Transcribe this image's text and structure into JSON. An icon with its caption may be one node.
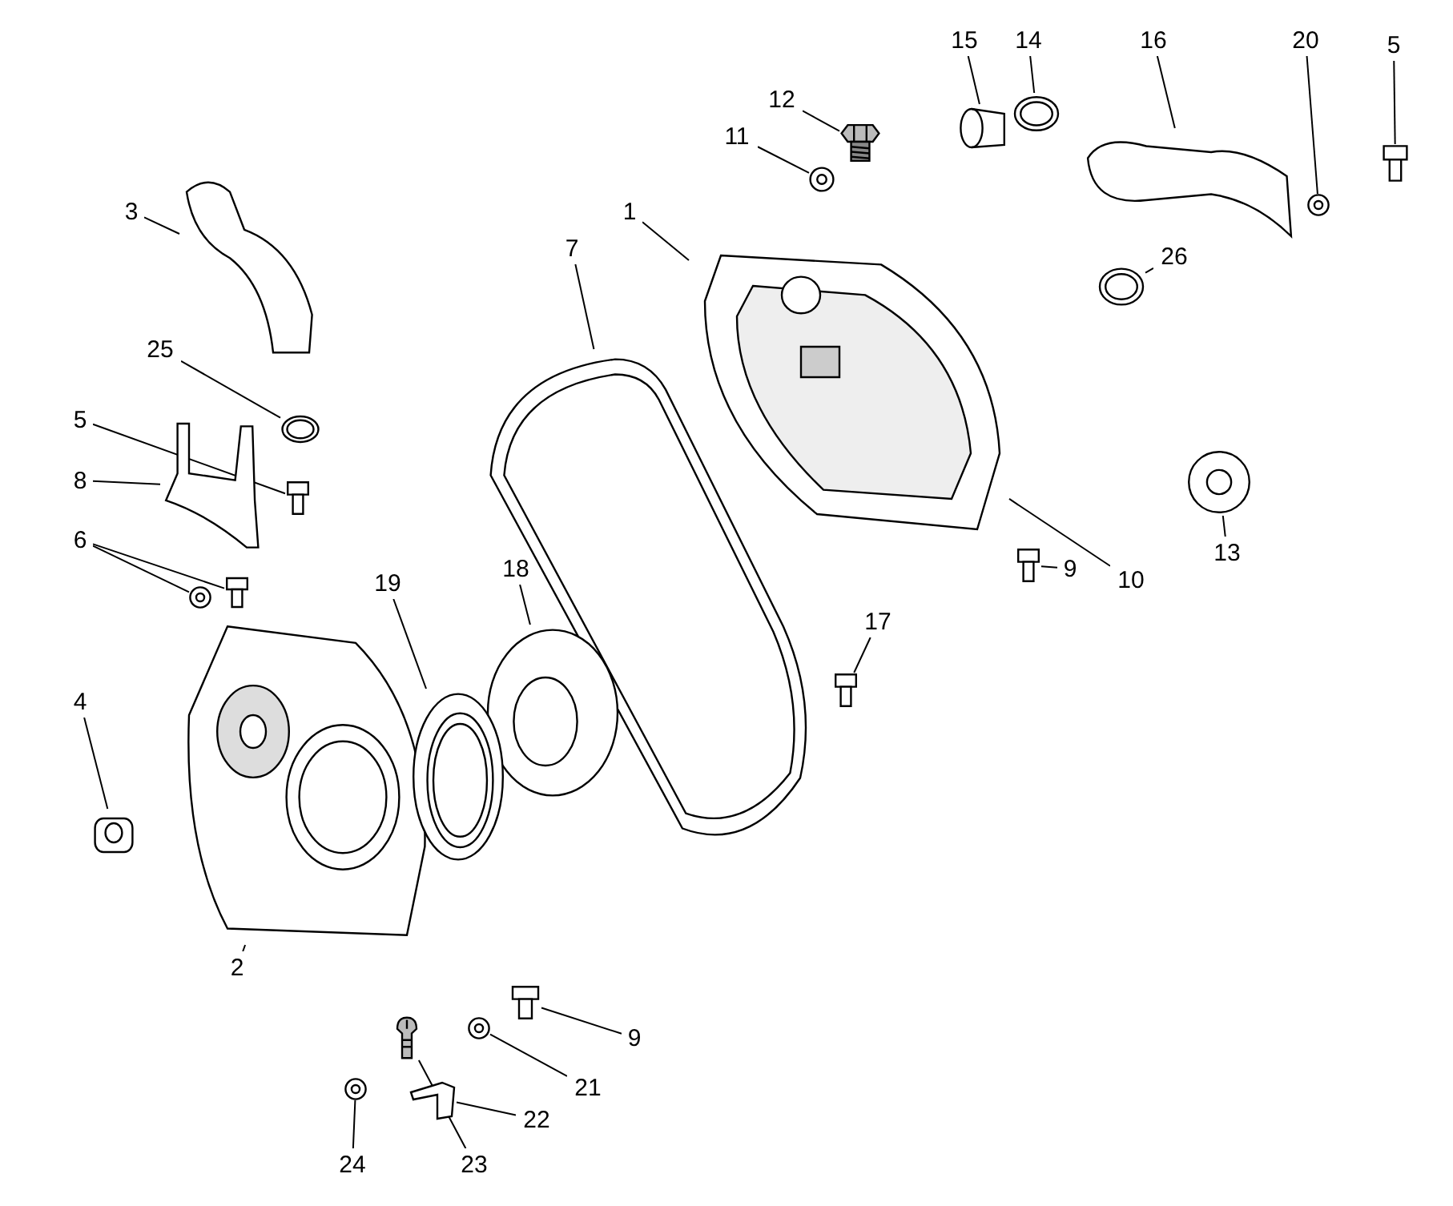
{
  "diagram": {
    "nodes": [
      {
        "text": [
          "1"
        ]
      },
      {
        "text": [
          "2"
        ]
      },
      {
        "text": [
          "3"
        ]
      },
      {
        "text": [
          "4"
        ]
      },
      {
        "text": [
          "5"
        ]
      },
      {
        "text": [
          "5"
        ]
      },
      {
        "text": [
          "6"
        ]
      },
      {
        "text": [
          "7"
        ]
      },
      {
        "text": [
          "8"
        ]
      },
      {
        "text": [
          "9"
        ]
      },
      {
        "text": [
          "9"
        ]
      },
      {
        "text": [
          "10"
        ]
      },
      {
        "text": [
          "11"
        ]
      },
      {
        "text": [
          "12"
        ]
      },
      {
        "text": [
          "13"
        ]
      },
      {
        "text": [
          "14"
        ]
      },
      {
        "text": [
          "15"
        ]
      },
      {
        "text": [
          "16"
        ]
      },
      {
        "text": [
          "17"
        ]
      },
      {
        "text": [
          "18"
        ]
      },
      {
        "text": [
          "19"
        ]
      },
      {
        "text": [
          "20"
        ]
      },
      {
        "text": [
          "21"
        ]
      },
      {
        "text": [
          "22"
        ]
      },
      {
        "text": [
          "23"
        ]
      },
      {
        "text": [
          "24"
        ]
      },
      {
        "text": [
          "25"
        ]
      },
      {
        "text": [
          "26"
        ]
      },
      {
        "text": [],
        "shape": "picture"
      },
      {
        "text": [],
        "shape": "picture"
      },
      {
        "text": [],
        "shape": "picture"
      },
      {
        "text": [],
        "shape": "picture"
      },
      {
        "text": [],
        "shape": "picture"
      },
      {
        "text": [],
        "shape": "picture"
      },
      {
        "text": [],
        "shape": "picture"
      },
      {
        "text": [],
        "shape": "picture"
      },
      {
        "text": [],
        "shape": "picture"
      },
      {
        "text": [],
        "shape": "picture"
      },
      {
        "text": [],
        "shape": "picture"
      },
      {
        "text": [],
        "shape": "picture"
      },
      {
        "text": [],
        "shape": "picture"
      },
      {
        "text": [],
        "shape": "picture"
      },
      {
        "text": [],
        "shape": "picture"
      },
      {
        "text": [],
        "shape": "picture"
      },
      {
        "text": [],
        "shape": "picture"
      },
      {
        "text": [],
        "shape": "picture"
      },
      {
        "text": [],
        "shape": "picture"
      },
      {
        "text": [],
        "shape": "picture"
      },
      {
        "text": [],
        "shape": "picture"
      },
      {
        "text": [],
        "shape": "picture"
      },
      {
        "text": [],
        "shape": "picture"
      },
      {
        "text": [],
        "shape": "picture"
      },
      {
        "text": [],
        "shape": "picture"
      },
      {
        "text": [],
        "shape": "picture"
      },
      {
        "text": [],
        "shape": "picture"
      },
      {
        "text": [],
        "shape": "picture"
      }
    ],
    "edges": [
      {
        "from": 0,
        "to": 28,
        "arrow": "none"
      },
      {
        "from": 11,
        "to": 28,
        "arrow": "none"
      },
      {
        "from": 1,
        "to": 29,
        "arrow": "none"
      },
      {
        "from": 2,
        "to": 30,
        "arrow": "none"
      },
      {
        "from": 26,
        "to": 31,
        "arrow": "none"
      },
      {
        "from": 8,
        "to": 32,
        "arrow": "none"
      },
      {
        "from": 4,
        "to": 33,
        "arrow": "none"
      },
      {
        "from": 6,
        "to": 34,
        "arrow": "none"
      },
      {
        "from": 6,
        "to": 35,
        "arrow": "none"
      },
      {
        "from": 3,
        "to": 36,
        "arrow": "none"
      },
      {
        "from": 7,
        "to": 37,
        "arrow": "none"
      },
      {
        "from": 19,
        "to": 38,
        "arrow": "none"
      },
      {
        "from": 20,
        "to": 39,
        "arrow": "none"
      },
      {
        "from": 18,
        "to": 40,
        "arrow": "none"
      },
      {
        "from": 12,
        "to": 41,
        "arrow": "none"
      },
      {
        "from": 13,
        "to": 42,
        "arrow": "none"
      },
      {
        "from": 16,
        "to": 43,
        "arrow": "none"
      },
      {
        "from": 15,
        "to": 44,
        "arrow": "none"
      },
      {
        "from": 17,
        "to": 45,
        "arrow": "none"
      },
      {
        "from": 21,
        "to": 46,
        "arrow": "none"
      },
      {
        "from": 5,
        "to": 47,
        "arrow": "none"
      },
      {
        "from": 27,
        "to": 48,
        "arrow": "none"
      },
      {
        "from": 14,
        "to": 49,
        "arrow": "none"
      },
      {
        "from": 9,
        "to": 50,
        "arrow": "none"
      },
      {
        "from": 10,
        "to": 51,
        "arrow": "none"
      },
      {
        "from": 22,
        "to": 52,
        "arrow": "none"
      },
      {
        "from": 23,
        "to": 53,
        "arrow": "none"
      },
      {
        "from": 24,
        "to": 54,
        "arrow": "none"
      },
      {
        "from": 25,
        "to": 55,
        "arrow": "none"
      }
    ]
  }
}
